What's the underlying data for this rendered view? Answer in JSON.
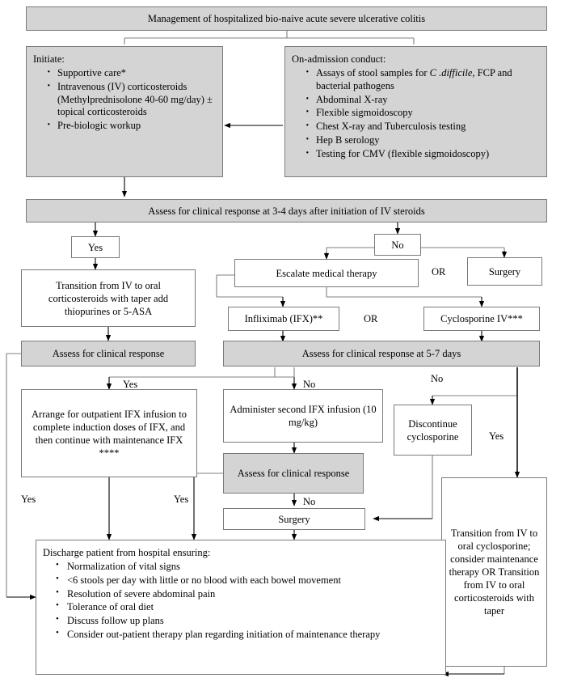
{
  "title": "Management of hospitalized bio-naive acute severe ulcerative colitis",
  "colors": {
    "grey_fill": "#d4d4d4",
    "box_border": "#7a7a7a",
    "line": "#808080",
    "arrow": "#000000",
    "text": "#000000"
  },
  "initiate": {
    "header": "Initiate:",
    "items": [
      "Supportive care*",
      "Intravenous (IV) corticosteroids (Methylprednisolone 40-60 mg/day) ± topical corticosteroids",
      "Pre-biologic workup"
    ]
  },
  "on_admission": {
    "header": "On-admission conduct:",
    "items": [
      "Assays of stool samples for C .difficile, FCP and bacterial pathogens",
      "Abdominal X-ray",
      "Flexible sigmoidoscopy",
      "Chest X-ray and Tuberculosis testing",
      "Hep B serology",
      "Testing for CMV (flexible sigmoidoscopy)"
    ],
    "italic_term": "C .difficile"
  },
  "assess_3_4_days": "Assess for clinical response at 3-4 days after initiation of IV steroids",
  "branch_yes": "Yes",
  "branch_no": "No",
  "transition_oral_steroids": "Transition from IV to oral corticosteroids with taper add thiopurines or 5-ASA",
  "escalate": "Escalate medical therapy",
  "or_1": "OR",
  "surgery_top": "Surgery",
  "infliximab": "Infliximab (IFX)**",
  "or_2": "OR",
  "cyclosporine_iv": "Cyclosporine IV***",
  "assess_clinical_response_left": "Assess for clinical response",
  "assess_5_7_days": "Assess for clinical response at 5-7 days",
  "label_yes_mid": "Yes",
  "label_no_mid": "No",
  "label_no_right": "No",
  "label_yes_right": "Yes",
  "label_yes_left_lower": "Yes",
  "label_yes_center_lower": "Yes",
  "label_no_surgery": "No",
  "arrange_ifx": "Arrange for outpatient IFX infusion to complete induction doses of IFX, and then continue with maintenance IFX ****",
  "administer_second_ifx": "Administer second IFX infusion (10 mg/kg)",
  "assess_clinical_response_mid": "Assess for clinical response",
  "discontinue_cyclosporine": "Discontinue cyclosporine",
  "surgery_bottom": "Surgery",
  "transition_right": "Transition from IV to oral cyclosporine; consider maintenance therapy OR Transition from IV to oral corticosteroids with taper",
  "discharge": {
    "header": "Discharge patient from hospital ensuring:",
    "items": [
      "Normalization of vital signs",
      "<6 stools per day with little or no blood with each bowel movement",
      "Resolution of severe abdominal pain",
      "Tolerance of oral diet",
      "Discuss follow up plans",
      "Consider out-patient therapy plan regarding initiation of maintenance therapy"
    ]
  }
}
